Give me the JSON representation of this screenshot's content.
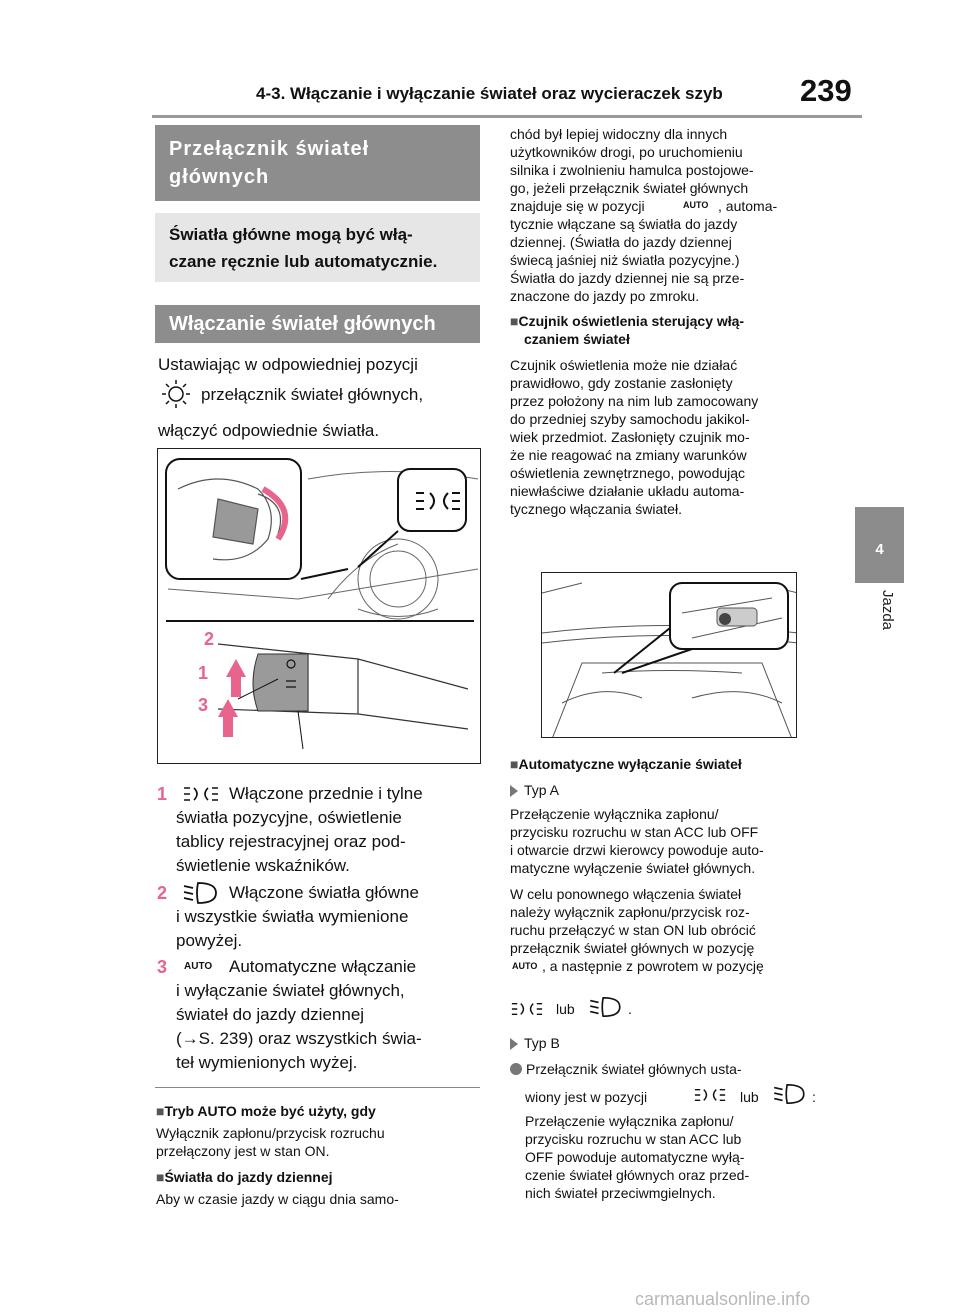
{
  "header": {
    "title": "4-3. Włączanie i wyłączanie świateł oraz wycieraczek szyb",
    "page": "239"
  },
  "side": {
    "chapter": "4",
    "label": "Jazda"
  },
  "left": {
    "box1": [
      "Przełącznik świateł",
      "głównych"
    ],
    "box_light": [
      "Światła główne mogą być włą-",
      "czane ręcznie lub automatycznie."
    ],
    "box2": "Włączanie świateł głównych",
    "intro": [
      "Ustawiając w odpowiedniej pozycji",
      "przełącznik świateł głównych,",
      "włączyć odpowiednie światła."
    ],
    "items": [
      {
        "num": "1",
        "lines": [
          "Włączone przednie i tylne",
          "światła pozycyjne, oświetlenie",
          "tablicy rejestracyjnej oraz pod-",
          "świetlenie wskaźników."
        ]
      },
      {
        "num": "2",
        "lines": [
          "Włączone światła główne",
          "i wszystkie światła wymienione",
          "powyżej."
        ]
      },
      {
        "num": "3",
        "lines": [
          "Automatyczne włączanie",
          "i wyłączanie świateł głównych,",
          "świateł do jazdy dziennej",
          "(→S. 239) oraz wszystkich świa-",
          "teł wymienionych wyżej."
        ]
      }
    ],
    "auto_mode_title": "Tryb AUTO może być użyty, gdy",
    "auto_mode_text": [
      "Wyłącznik zapłonu/przycisk rozruchu",
      "przełączony jest w stan ON."
    ],
    "drl_title": "Światła do jazdy dziennej",
    "drl_text": "Aby w czasie jazdy w ciągu dnia samo-"
  },
  "right": {
    "drl_cont": [
      "chód był lepiej widoczny dla innych",
      "użytkowników drogi, po uruchomieniu",
      "silnika i zwolnieniu hamulca postojowe-",
      "go, jeżeli przełącznik świateł głównych",
      "znajduje się w pozycji",
      ", automa-",
      "tycznie włączane są światła do jazdy",
      "dziennej. (Światła do jazdy dziennej",
      "świecą jaśniej niż światła pozycyjne.)",
      "Światła do jazdy dziennej nie są prze-",
      "znaczone do jazdy po zmroku."
    ],
    "sensor_title": [
      "Czujnik oświetlenia sterujący włą-",
      "czaniem świateł"
    ],
    "sensor_text": [
      "Czujnik oświetlenia może nie działać",
      "prawidłowo, gdy zostanie zasłonięty",
      "przez położony na nim lub zamocowany",
      "do przedniej szyby samochodu jakikol-",
      "wiek przedmiot. Zasłonięty czujnik mo-",
      "że nie reagować na zmiany warunków",
      "oświetlenia zewnętrznego, powodując",
      "niewłaściwe działanie układu automa-",
      "tycznego włączania świateł."
    ],
    "auto_off_title": "Automatyczne wyłączanie świateł",
    "type_a": "Typ A",
    "type_a_text": [
      "Przełączenie wyłącznika zapłonu/",
      "przycisku rozruchu w stan ACC lub OFF",
      "i otwarcie drzwi kierowcy powoduje auto-",
      "matyczne wyłączenie świateł głównych."
    ],
    "reenable_text": [
      "W celu ponownego włączenia świateł",
      "należy wyłącznik zapłonu/przycisk roz-",
      "ruchu przełączyć w stan ON lub obrócić",
      "przełącznik świateł głównych w pozycję"
    ],
    "reenable_tail": ", a następnie z powrotem w pozycję",
    "lub": "lub",
    "dot": ".",
    "type_b": "Typ B",
    "type_b_bullet": "Przełącznik świateł głównych usta-",
    "type_b_pos": "wiony jest w pozycji",
    "colon": ":",
    "type_b_text": [
      "Przełączenie wyłącznika zapłonu/",
      "przycisku rozruchu w stan ACC lub",
      "OFF powoduje automatyczne wyłą-",
      "czenie świateł głównych oraz przed-",
      "nich świateł przeciwmgielnych."
    ]
  },
  "auto_label": "AUTO",
  "fig_labels": {
    "n1": "1",
    "n2": "2",
    "n3": "3"
  },
  "watermark": "carmanualsonline.info"
}
